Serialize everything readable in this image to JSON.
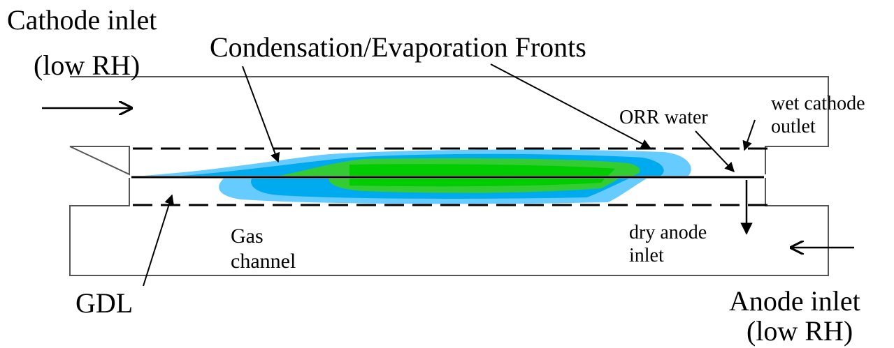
{
  "labels": {
    "cathode_inlet_line1": "Cathode inlet",
    "cathode_inlet_line2": "(low RH)",
    "fronts": "Condensation/Evaporation Fronts",
    "orr_water": "ORR water",
    "wet_cathode_line1": "wet cathode",
    "wet_cathode_line2": "outlet",
    "gas_channel_line1": "Gas",
    "gas_channel_line2": "channel",
    "dry_anode_line1": "dry anode",
    "dry_anode_line2": "inlet",
    "gdl": "GDL",
    "anode_inlet_line1": "Anode inlet",
    "anode_inlet_line2": "(low RH)"
  },
  "colors": {
    "outline": "#000000",
    "water_outer": "#66ccff",
    "water_mid": "#00aaee",
    "water_inner": "#33cc33",
    "water_core": "#00cc00"
  }
}
